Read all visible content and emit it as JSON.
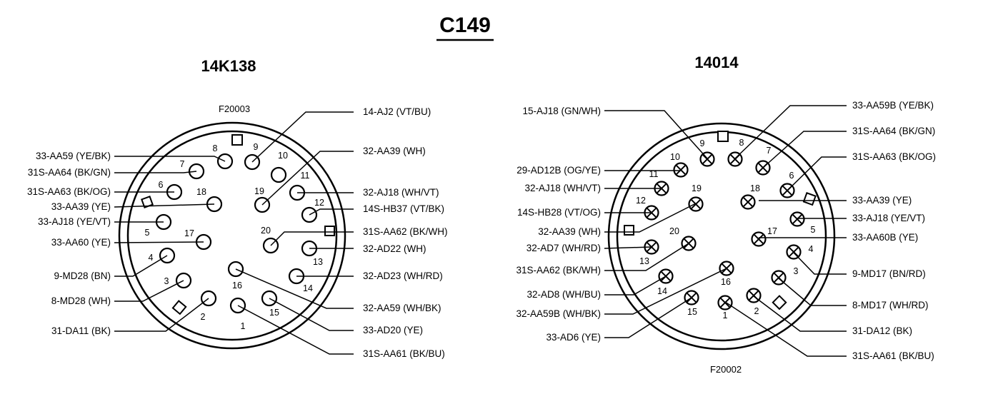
{
  "title": "C149",
  "connectors": [
    {
      "name": "14K138",
      "code": "F20003",
      "pins": [
        {
          "n": "1"
        },
        {
          "n": "2"
        },
        {
          "n": "3"
        },
        {
          "n": "4"
        },
        {
          "n": "5"
        },
        {
          "n": "6"
        },
        {
          "n": "7"
        },
        {
          "n": "8"
        },
        {
          "n": "9"
        },
        {
          "n": "10"
        },
        {
          "n": "11"
        },
        {
          "n": "12"
        },
        {
          "n": "13"
        },
        {
          "n": "14"
        },
        {
          "n": "15"
        },
        {
          "n": "16"
        },
        {
          "n": "17"
        },
        {
          "n": "18"
        },
        {
          "n": "19"
        },
        {
          "n": "20"
        }
      ],
      "wires": [
        {
          "label": "14-AJ2 (VT/BU)"
        },
        {
          "label": "32-AA39 (WH)"
        },
        {
          "label": "32-AJ18 (WH/VT)"
        },
        {
          "label": "14S-HB37 (VT/BK)"
        },
        {
          "label": "31S-AA62 (BK/WH)"
        },
        {
          "label": "32-AD22 (WH)"
        },
        {
          "label": "32-AD23 (WH/RD)"
        },
        {
          "label": "32-AA59 (WH/BK)"
        },
        {
          "label": "33-AD20 (YE)"
        },
        {
          "label": "31S-AA61 (BK/BU)"
        },
        {
          "label": "33-AA59 (YE/BK)"
        },
        {
          "label": "31S-AA64 (BK/GN)"
        },
        {
          "label": "31S-AA63 (BK/OG)"
        },
        {
          "label": "33-AA39 (YE)"
        },
        {
          "label": "33-AJ18 (YE/VT)"
        },
        {
          "label": "33-AA60 (YE)"
        },
        {
          "label": "9-MD28 (BN)"
        },
        {
          "label": "8-MD28 (WH)"
        },
        {
          "label": "31-DA11 (BK)"
        }
      ]
    },
    {
      "name": "14014",
      "code": "F20002",
      "pins": [
        {
          "n": "1"
        },
        {
          "n": "2"
        },
        {
          "n": "3"
        },
        {
          "n": "4"
        },
        {
          "n": "5"
        },
        {
          "n": "6"
        },
        {
          "n": "7"
        },
        {
          "n": "8"
        },
        {
          "n": "9"
        },
        {
          "n": "10"
        },
        {
          "n": "11"
        },
        {
          "n": "12"
        },
        {
          "n": "13"
        },
        {
          "n": "14"
        },
        {
          "n": "15"
        },
        {
          "n": "16"
        },
        {
          "n": "17"
        },
        {
          "n": "18"
        },
        {
          "n": "19"
        },
        {
          "n": "20"
        }
      ],
      "wires": [
        {
          "label": "15-AJ18 (GN/WH)"
        },
        {
          "label": "29-AD12B (OG/YE)"
        },
        {
          "label": "32-AJ18 (WH/VT)"
        },
        {
          "label": "14S-HB28 (VT/OG)"
        },
        {
          "label": "32-AA39 (WH)"
        },
        {
          "label": "32-AD7 (WH/RD)"
        },
        {
          "label": "31S-AA62 (BK/WH)"
        },
        {
          "label": "32-AD8 (WH/BU)"
        },
        {
          "label": "32-AA59B (WH/BK)"
        },
        {
          "label": "33-AD6 (YE)"
        },
        {
          "label": "33-AA59B (YE/BK)"
        },
        {
          "label": "31S-AA64 (BK/GN)"
        },
        {
          "label": "31S-AA63 (BK/OG)"
        },
        {
          "label": "33-AA39 (YE)"
        },
        {
          "label": "33-AJ18 (YE/VT)"
        },
        {
          "label": "33-AA60B (YE)"
        },
        {
          "label": "9-MD17 (BN/RD)"
        },
        {
          "label": "8-MD17 (WH/RD)"
        },
        {
          "label": "31-DA12 (BK)"
        },
        {
          "label": "31S-AA61 (BK/BU)"
        }
      ]
    }
  ]
}
